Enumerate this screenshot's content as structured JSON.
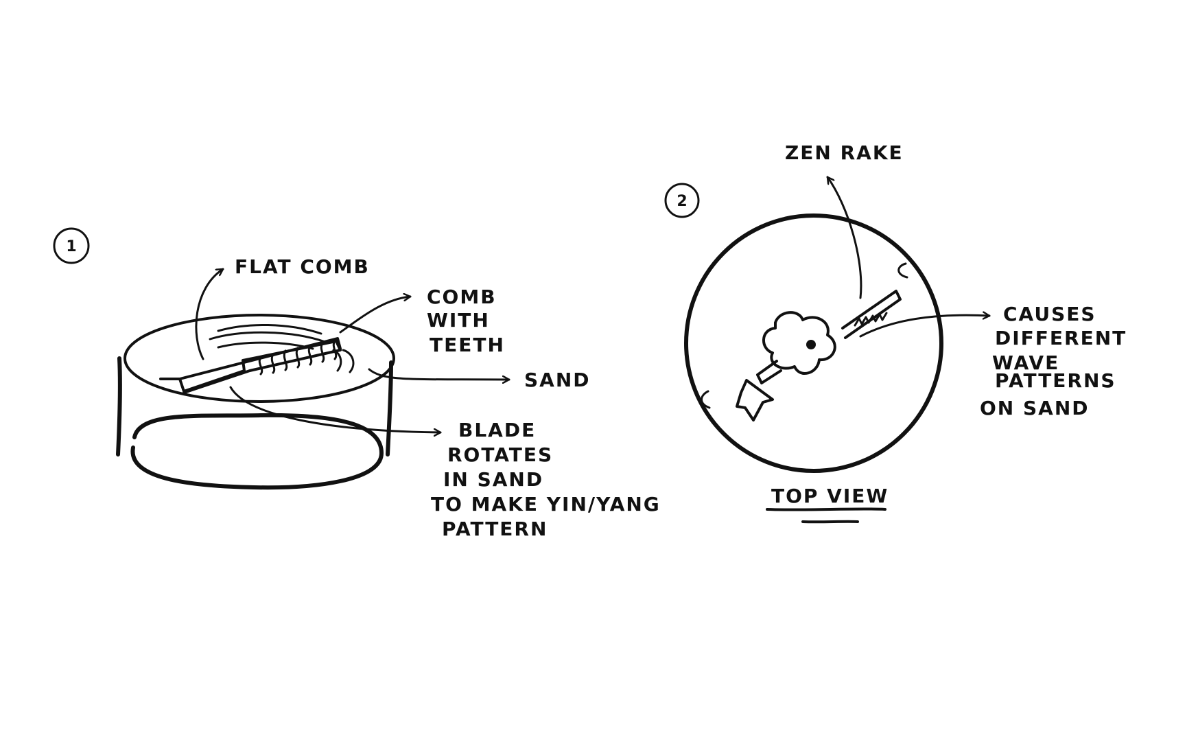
{
  "figure1": {
    "number": "1",
    "labels": {
      "flat_comb": "FLAT COMB",
      "comb_with_teeth": [
        "COMB",
        "WITH",
        "TEETH"
      ],
      "sand": "SAND",
      "blade_rotates": [
        "BLADE",
        "ROTATES",
        "IN SAND",
        "TO MAKE YIN/YANG",
        "PATTERN"
      ]
    }
  },
  "figure2": {
    "number": "2",
    "labels": {
      "zen_rake": "ZEN RAKE",
      "causes": [
        "CAUSES",
        "DIFFERENT",
        "WAVE",
        "PATTERNS",
        "ON SAND"
      ],
      "top_view": "TOP VIEW"
    }
  }
}
